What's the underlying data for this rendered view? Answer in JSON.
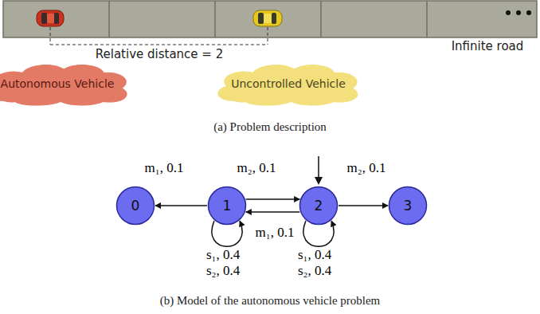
{
  "diagram": {
    "nodes": [
      {
        "text": [
          "Autonomous Vehicle"
        ]
      },
      {
        "text": [
          "Uncontrolled Vehicle"
        ]
      },
      {
        "text": [
          "0"
        ]
      },
      {
        "text": [
          "1"
        ]
      },
      {
        "text": [
          "2"
        ]
      },
      {
        "text": [
          "3"
        ]
      }
    ],
    "edges": [
      {
        "from": 3,
        "to": 2,
        "arrow": "to",
        "label": "m₁, 0.1"
      },
      {
        "from": 3,
        "to": 4,
        "arrow": "to",
        "label": "m₂, 0.1"
      },
      {
        "from": 4,
        "to": 3,
        "arrow": "to",
        "label": "m₁, 0.1"
      },
      {
        "from": 4,
        "to": 5,
        "arrow": "to",
        "label": "m₂, 0.1"
      },
      {
        "from": 3,
        "to": 3,
        "arrow": "to",
        "label": "s₁, 0.4 s₂, 0.4"
      },
      {
        "from": 4,
        "to": 4,
        "arrow": "to",
        "label": "s₁, 0.4 s₂, 0.4"
      }
    ],
    "labels": [
      "Relative distance = 2",
      "Infinite road",
      "(a) Problem description",
      "(b) Model of the autonomous vehicle problem"
    ]
  }
}
